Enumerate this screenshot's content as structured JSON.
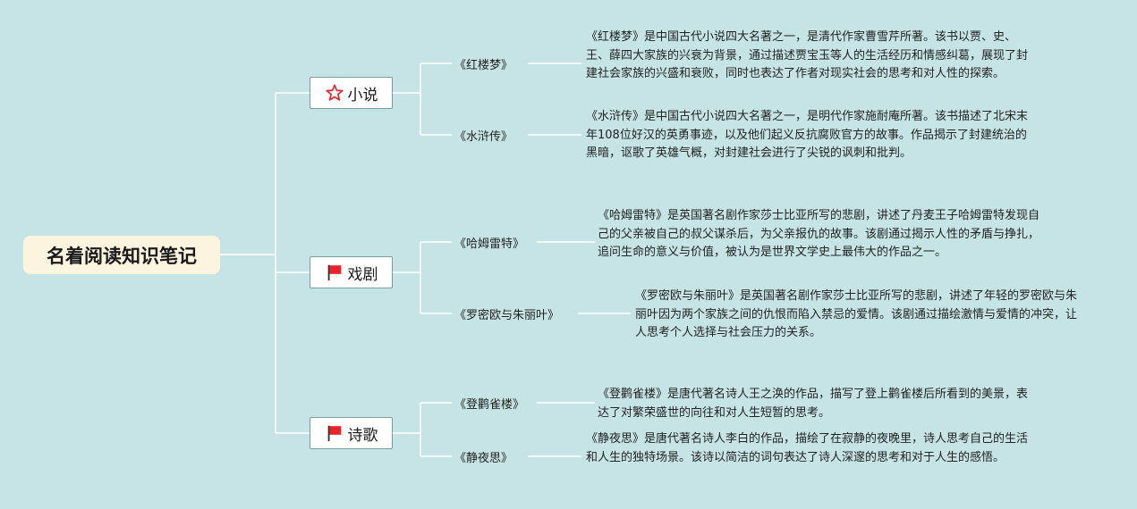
{
  "root": {
    "title": "名着阅读知识笔记"
  },
  "categories": [
    {
      "label": "小说",
      "icon": "star-icon",
      "items": [
        {
          "title": "《红楼梦》",
          "desc": "《红楼梦》是中国古代小说四大名著之一，是清代作家曹雪芹所著。该书以贾、史、王、薛四大家族的兴衰为背景，通过描述贾宝玉等人的生活经历和情感纠葛，展现了封建社会家族的兴盛和衰败，同时也表达了作者对现实社会的思考和对人性的探索。"
        },
        {
          "title": "《水浒传》",
          "desc": "《水浒传》是中国古代小说四大名著之一，是明代作家施耐庵所著。该书描述了北宋末年108位好汉的英勇事迹，以及他们起义反抗腐败官方的故事。作品揭示了封建统治的黑暗，讴歌了英雄气概，对封建社会进行了尖锐的讽刺和批判。"
        }
      ]
    },
    {
      "label": "戏剧",
      "icon": "red-flag-icon",
      "items": [
        {
          "title": "《哈姆雷特》",
          "desc": "《哈姆雷特》是英国著名剧作家莎士比亚所写的悲剧，讲述了丹麦王子哈姆雷特发现自己的父亲被自己的叔父谋杀后，为父亲报仇的故事。该剧通过揭示人性的矛盾与挣扎，追问生命的意义与价值，被认为是世界文学史上最伟大的作品之一。"
        },
        {
          "title": "《罗密欧与朱丽叶》",
          "desc": "《罗密欧与朱丽叶》是英国著名剧作家莎士比亚所写的悲剧，讲述了年轻的罗密欧与朱丽叶因为两个家族之间的仇恨而陷入禁忌的爱情。该剧通过描绘激情与爱情的冲突，让人思考个人选择与社会压力的关系。"
        }
      ]
    },
    {
      "label": "诗歌",
      "icon": "red-flag-icon",
      "items": [
        {
          "title": "《登鹳雀楼》",
          "desc": "《登鹳雀楼》是唐代著名诗人王之涣的作品，描写了登上鹳雀楼后所看到的美景，表达了对繁荣盛世的向往和对人生短暂的思考。"
        },
        {
          "title": "《静夜思》",
          "desc": "《静夜思》是唐代著名诗人李白的作品，描绘了在寂静的夜晚里，诗人思考自己的生活和人生的独特场景。该诗以简洁的词句表达了诗人深邃的思考和对于人生的感悟。"
        }
      ]
    }
  ],
  "colors": {
    "background": "#c6e4e6",
    "line": "#ffffff",
    "root_bg": "#fdf4e0",
    "flag": "#e8242a",
    "star": "#e8242a"
  }
}
